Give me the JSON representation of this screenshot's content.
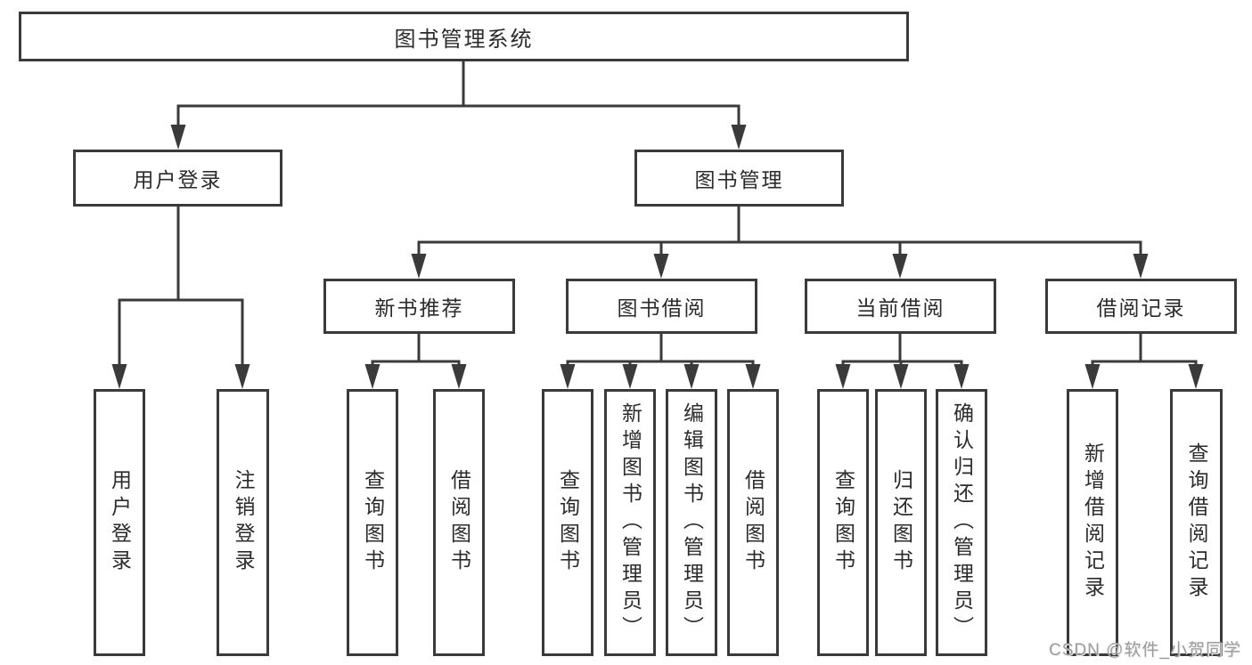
{
  "diagram": {
    "root": "图书管理系统",
    "branches": [
      {
        "label": "用户登录",
        "leaves": [
          "用户登录",
          "注销登录"
        ]
      },
      {
        "label": "图书管理",
        "sub": [
          {
            "label": "新书推荐",
            "leaves": [
              "查询图书",
              "借阅图书"
            ]
          },
          {
            "label": "图书借阅",
            "leaves": [
              "查询图书",
              "新增图书（管理员）",
              "编辑图书（管理员）",
              "借阅图书"
            ]
          },
          {
            "label": "当前借阅",
            "leaves": [
              "查询图书",
              "归还图书",
              "确认归还（管理员）"
            ]
          },
          {
            "label": "借阅记录",
            "leaves": [
              "新增借阅记录",
              "查询借阅记录"
            ]
          }
        ]
      }
    ]
  },
  "colors": {
    "line": "#3a3a3a",
    "box_background": "#ffffff",
    "text": "#2b2b2b",
    "watermark": "#9c9c9c"
  },
  "watermark": {
    "text": "CSDN @软件_小贺同学"
  }
}
